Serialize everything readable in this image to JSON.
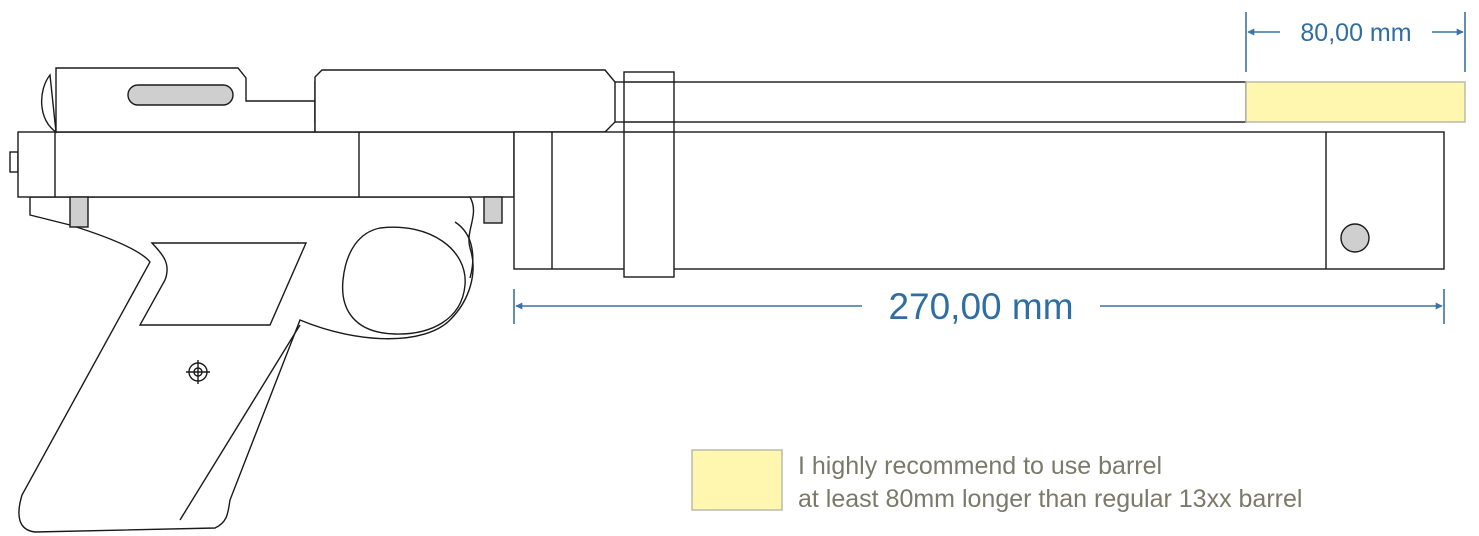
{
  "dimensions": {
    "overall_length": "270,00 mm",
    "extension_length": "80,00 mm"
  },
  "legend": {
    "line1": "I highly recommend to use barrel",
    "line2": "at least 80mm longer than regular 13xx barrel"
  },
  "colors": {
    "dimension": "#3a73a6",
    "extension_fill": "#fff7b0",
    "extension_stroke": "#b7b7a8",
    "grey_part": "#cfcfcf"
  }
}
